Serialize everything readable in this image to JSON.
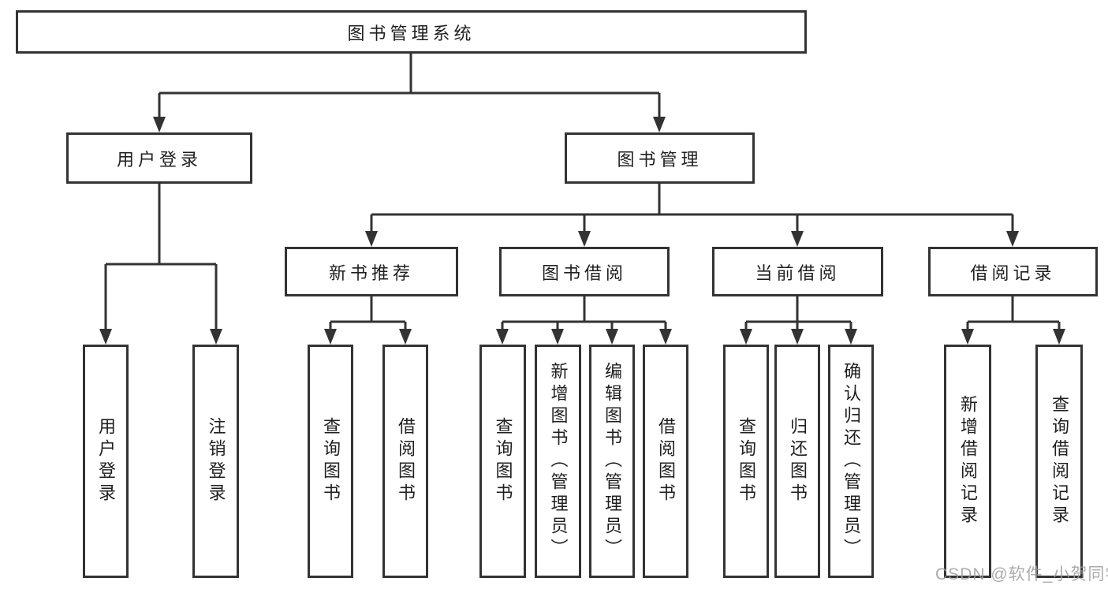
{
  "diagram": {
    "title": "图书管理系统",
    "level1": [
      {
        "label": "用户登录"
      },
      {
        "label": "图书管理"
      }
    ],
    "level2": [
      {
        "label": "新书推荐",
        "parent": "图书管理"
      },
      {
        "label": "图书借阅",
        "parent": "图书管理"
      },
      {
        "label": "当前借阅",
        "parent": "图书管理"
      },
      {
        "label": "借阅记录",
        "parent": "图书管理"
      }
    ],
    "leaves": [
      {
        "label": "用户登录",
        "parent": "用户登录"
      },
      {
        "label": "注销登录",
        "parent": "用户登录"
      },
      {
        "label": "查询图书",
        "parent": "新书推荐"
      },
      {
        "label": "借阅图书",
        "parent": "新书推荐"
      },
      {
        "label": "查询图书",
        "parent": "图书借阅"
      },
      {
        "label": "新增图书（管理员）",
        "parent": "图书借阅"
      },
      {
        "label": "编辑图书（管理员）",
        "parent": "图书借阅"
      },
      {
        "label": "借阅图书",
        "parent": "图书借阅"
      },
      {
        "label": "查询图书",
        "parent": "当前借阅"
      },
      {
        "label": "归还图书",
        "parent": "当前借阅"
      },
      {
        "label": "确认归还（管理员）",
        "parent": "当前借阅"
      },
      {
        "label": "新增借阅记录",
        "parent": "借阅记录"
      },
      {
        "label": "查询借阅记录",
        "parent": "借阅记录"
      }
    ]
  },
  "watermark": {
    "text": "CSDN @软件_小贺同学"
  },
  "colors": {
    "line": "#333333",
    "text": "#1f1f1f",
    "background": "#ffffff",
    "watermark": "#9e9e9e"
  }
}
